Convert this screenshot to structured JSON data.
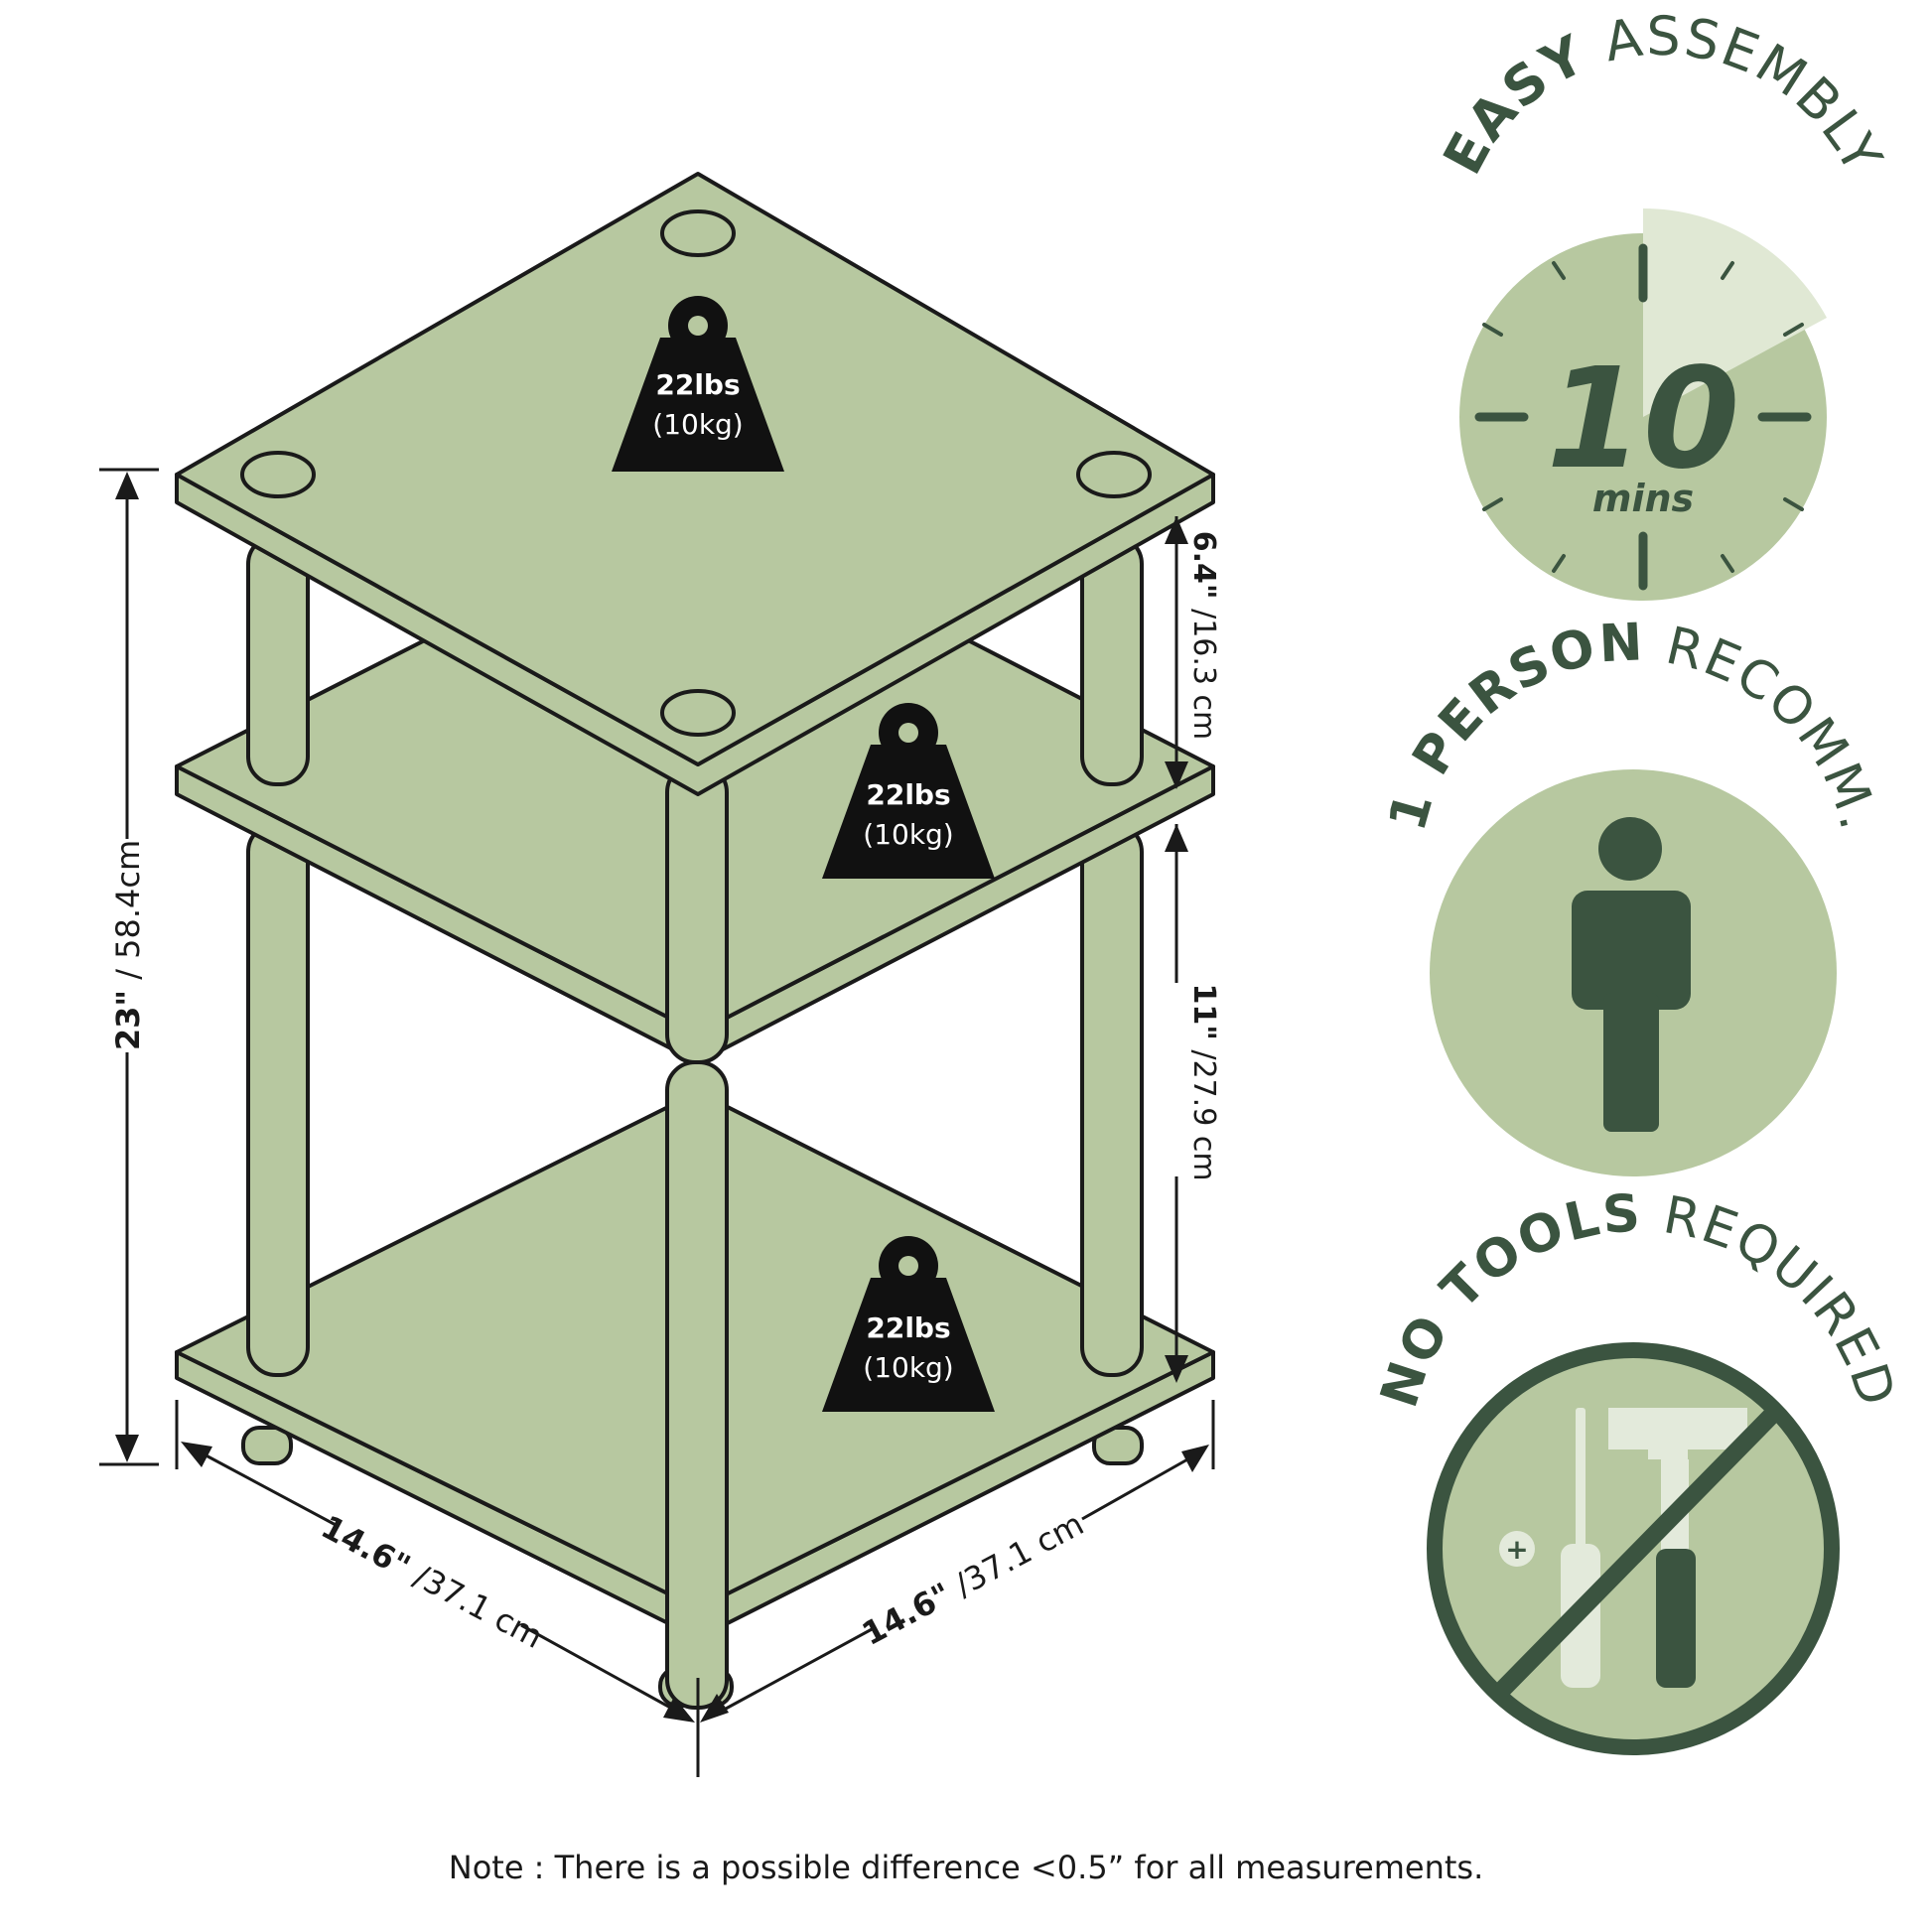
{
  "colors": {
    "shelf": "#b7c8a0",
    "outline": "#1a1a1a",
    "dark_green": "#3b5440",
    "badge_fill": "#b7c8a0",
    "clock_wedge": "#e0e8d4",
    "tool_fill": "#e3eadb"
  },
  "shelves": {
    "top": {
      "load": "22lbs",
      "load_metric": "(10kg)"
    },
    "middle": {
      "load": "22lbs",
      "load_metric": "(10kg)"
    },
    "bottom": {
      "load": "22lbs",
      "load_metric": "(10kg)"
    }
  },
  "dimensions": {
    "height": {
      "imperial": "23\"",
      "metric": " / 58.4cm"
    },
    "upper_gap": {
      "imperial": "6.4\"",
      "metric": " /16.3 cm"
    },
    "lower_gap": {
      "imperial": "11\"",
      "metric": " /27.9 cm"
    },
    "depth_left": {
      "imperial": "14.6\"",
      "metric": " /37.1 cm"
    },
    "width_right": {
      "imperial": "14.6\"",
      "metric": " /37.1 cm"
    }
  },
  "badges": {
    "assembly": {
      "heading_bold": "EASY",
      "heading_rest": " ASSEMBLY",
      "value": "10",
      "unit": "mins",
      "icon": "clock-icon"
    },
    "person": {
      "heading_bold": "1 PERSON",
      "heading_rest": " RECOMM.",
      "icon": "person-icon"
    },
    "tools": {
      "heading_bold": "NO TOOLS",
      "heading_rest": " REQUIRED",
      "icon": "no-tools-icon"
    }
  },
  "note": "Note : There is a possible difference <0.5” for all measurements."
}
